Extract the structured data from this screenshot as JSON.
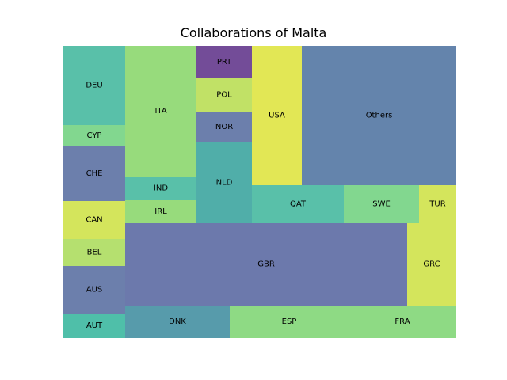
{
  "chart_data": {
    "type": "treemap",
    "title": "Collaborations of Malta",
    "tiles": [
      {
        "label": "DEU",
        "color": "#3cb59a"
      },
      {
        "label": "CYP",
        "color": "#6cd07b"
      },
      {
        "label": "CHE",
        "color": "#52699e"
      },
      {
        "label": "CAN",
        "color": "#cce040"
      },
      {
        "label": "BEL",
        "color": "#a8db56"
      },
      {
        "label": "AUS",
        "color": "#52699e"
      },
      {
        "label": "AUT",
        "color": "#30b49a"
      },
      {
        "label": "ITA",
        "color": "#85d565"
      },
      {
        "label": "IND",
        "color": "#3cb59a"
      },
      {
        "label": "IRL",
        "color": "#85d565"
      },
      {
        "label": "PRT",
        "color": "#5b2d86"
      },
      {
        "label": "POL",
        "color": "#b6dc4b"
      },
      {
        "label": "NOR",
        "color": "#52699e"
      },
      {
        "label": "NLD",
        "color": "#31a09a"
      },
      {
        "label": "USA",
        "color": "#dde337"
      },
      {
        "label": "Others",
        "color": "#496e9e"
      },
      {
        "label": "QAT",
        "color": "#3cb59a"
      },
      {
        "label": "SWE",
        "color": "#6cd07b"
      },
      {
        "label": "TUR",
        "color": "#cce040"
      },
      {
        "label": "GBR",
        "color": "#52619e"
      },
      {
        "label": "GRC",
        "color": "#cce040"
      },
      {
        "label": "DNK",
        "color": "#3a8a9c"
      },
      {
        "label": "ESP",
        "color": "#7ad36e"
      },
      {
        "label": "FRA",
        "color": "#7ad36e"
      }
    ]
  }
}
